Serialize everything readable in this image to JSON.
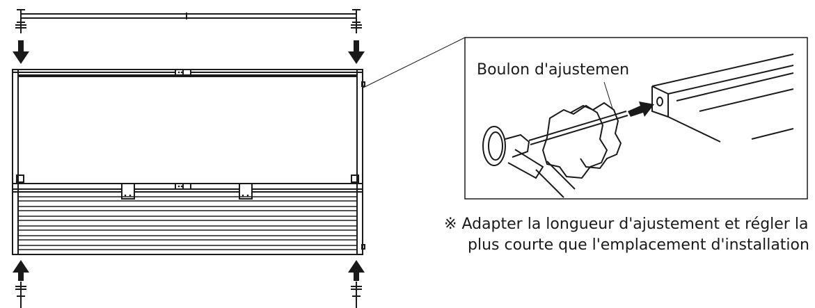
{
  "callout": {
    "label": "Boulon d'ajustemen"
  },
  "note": {
    "mark": "※",
    "line1": "Adapter la longueur d'ajustement et régler la",
    "line2": "plus courte que l'emplacement d'installation"
  },
  "colors": {
    "stroke": "#1a1a1a",
    "background": "#ffffff"
  },
  "icons": {
    "up": "arrow-up-icon",
    "down": "arrow-down-icon",
    "insert": "arrow-right-icon"
  }
}
